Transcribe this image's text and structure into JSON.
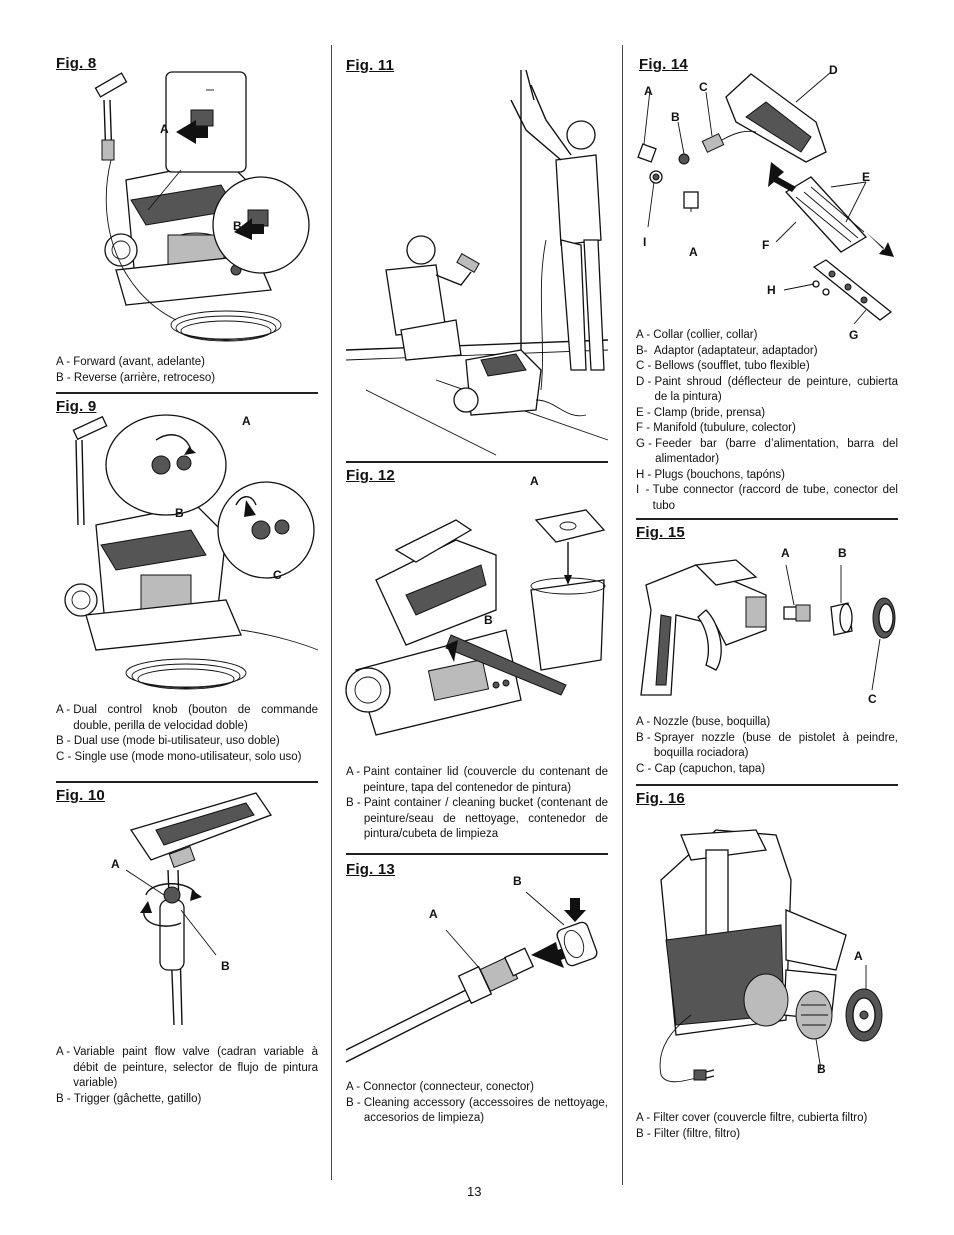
{
  "page_number": "13",
  "figures": {
    "fig8": {
      "title": "Fig. 8",
      "labels": [
        "A",
        "B"
      ],
      "captions": [
        {
          "key": "A - ",
          "text": "Forward (avant, adelante)"
        },
        {
          "key": "B - ",
          "text": "Reverse (arrière, retroceso)"
        }
      ]
    },
    "fig9": {
      "title": "Fig. 9",
      "labels": [
        "A",
        "B",
        "C"
      ],
      "captions": [
        {
          "key": "A - ",
          "text": "Dual control knob (bouton de commande double, perilla de velocidad doble)"
        },
        {
          "key": "B - ",
          "text": "Dual use (mode bi-utilisateur, uso doble)"
        },
        {
          "key": "C - ",
          "text": "Single use (mode mono-utilisateur, solo uso)"
        }
      ]
    },
    "fig10": {
      "title": "Fig. 10",
      "labels": [
        "A",
        "B"
      ],
      "captions": [
        {
          "key": "A - ",
          "text": "Variable paint flow valve (cadran variable à débit de peinture, selector de flujo de pintura variable)"
        },
        {
          "key": "B - ",
          "text": "Trigger (gâchette, gatillo)"
        }
      ]
    },
    "fig11": {
      "title": "Fig. 11"
    },
    "fig12": {
      "title": "Fig. 12",
      "labels": [
        "A",
        "B"
      ],
      "captions": [
        {
          "key": "A - ",
          "text": "Paint container lid (couvercle du contenant de peinture, tapa del contenedor de pintura)"
        },
        {
          "key": "B - ",
          "text": "Paint container / cleaning bucket (contenant de peinture/seau de nettoyage, contenedor de pintura/cubeta de limpieza"
        }
      ]
    },
    "fig13": {
      "title": "Fig. 13",
      "labels": [
        "A",
        "B"
      ],
      "captions": [
        {
          "key": "A - ",
          "text": "Connector (connecteur, conector)"
        },
        {
          "key": "B - ",
          "text": "Cleaning accessory (accessoires de nettoyage, accesorios de limpieza)"
        }
      ]
    },
    "fig14": {
      "title": "Fig. 14",
      "labels": [
        "A",
        "B",
        "C",
        "D",
        "E",
        "F",
        "H",
        "G",
        "I",
        "A"
      ],
      "captions": [
        {
          "key": "A - ",
          "text": "Collar (collier, collar)"
        },
        {
          "key": "B-  ",
          "text": "Adaptor (adaptateur, adaptador)"
        },
        {
          "key": "C - ",
          "text": "Bellows (soufflet, tubo flexible)"
        },
        {
          "key": "D - ",
          "text": "Paint shroud (déflecteur de peinture, cubierta de la pintura)"
        },
        {
          "key": "E - ",
          "text": "Clamp (bride, prensa)"
        },
        {
          "key": "F - ",
          "text": "Manifold (tubulure, colector)"
        },
        {
          "key": "G - ",
          "text": "Feeder bar (barre d’alimentation, barra del alimentador)"
        },
        {
          "key": "H - ",
          "text": "Plugs (bouchons, tapóns)"
        },
        {
          "key": "I  - ",
          "text": "Tube connector (raccord de tube, conector del tubo"
        }
      ]
    },
    "fig15": {
      "title": "Fig. 15",
      "labels": [
        "A",
        "B",
        "C"
      ],
      "captions": [
        {
          "key": "A - ",
          "text": "Nozzle (buse, boquilla)"
        },
        {
          "key": "B - ",
          "text": "Sprayer nozzle (buse de pistolet à peindre, boquilla rociadora)"
        },
        {
          "key": "C - ",
          "text": "Cap (capuchon, tapa)"
        }
      ]
    },
    "fig16": {
      "title": "Fig. 16",
      "labels": [
        "A",
        "B"
      ],
      "captions": [
        {
          "key": "A - ",
          "text": "Filter cover (couvercle filtre, cubierta filtro)"
        },
        {
          "key": "B - ",
          "text": "Filter (filtre, filtro)"
        }
      ]
    }
  }
}
